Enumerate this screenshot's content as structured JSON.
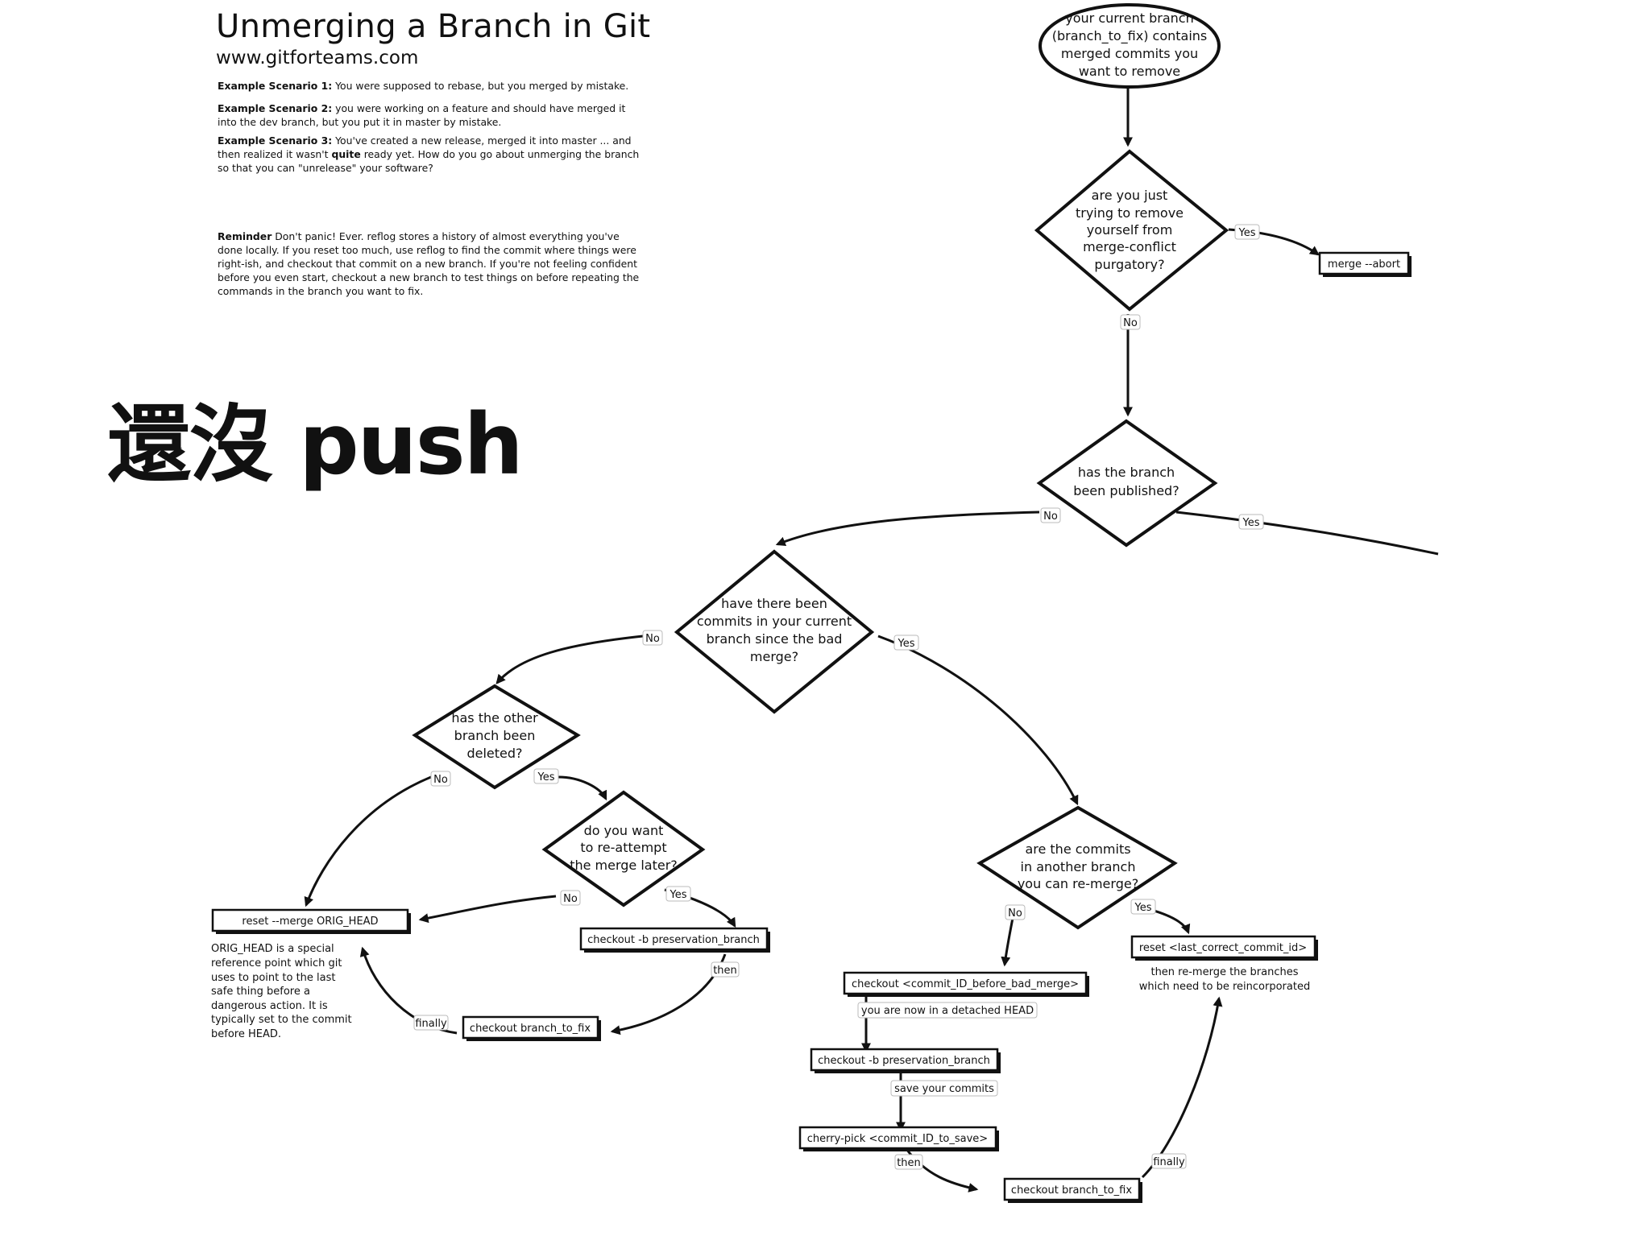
{
  "header": {
    "title": "Unmerging a Branch in Git",
    "site": "www.gitforteams.com",
    "scenario1_label": "Example Scenario 1:",
    "scenario1_text": "You were supposed to rebase, but you merged by mistake.",
    "scenario2_label": "Example Scenario 2:",
    "scenario2_text": "you were working on a feature and should have merged it into the dev branch, but you put it in master by mistake.",
    "scenario3_label": "Example Scenario 3:",
    "scenario3_text_a": "You've created a new release, merged it into master ... and then realized it wasn't",
    "scenario3_quite": "quite",
    "scenario3_text_b": "ready yet. How do you go about unmerging the branch so that you can \"unrelease\" your software?",
    "reminder_label": "Reminder",
    "reminder_text": "Don't panic! Ever. reflog stores a history of almost everything you've done locally. If you reset too much, use reflog to find the commit where things were right-ish, and checkout that commit on a new branch. If you're not feeling confident before you even start, checkout a new branch to test things on before repeating the commands in the branch you want to fix."
  },
  "overlay_text": "還沒 push",
  "flowchart": {
    "start": [
      "your current branch",
      "(branch_to_fix) contains",
      "merged commits you",
      "want to remove"
    ],
    "decisions": {
      "merge_conflict": [
        "are you just",
        "trying to remove",
        "yourself from",
        "merge-conflict",
        "purgatory?"
      ],
      "published": [
        "has the branch",
        "been published?"
      ],
      "commits_since": [
        "have there been",
        "commits in your current",
        "branch since the bad",
        "merge?"
      ],
      "other_deleted": [
        "has the other",
        "branch been",
        "deleted?"
      ],
      "reattempt": [
        "do you want",
        "to re-attempt",
        "the merge later?"
      ],
      "another_branch": [
        "are the commits",
        "in another branch",
        "you can re-merge?"
      ]
    },
    "commands": {
      "merge_abort": "merge --abort",
      "reset_merge": "reset --merge ORIG_HEAD",
      "checkout_preservation_1": "checkout -b preservation_branch",
      "checkout_fix_1": "checkout branch_to_fix",
      "checkout_commit": "checkout <commit_ID_before_bad_merge>",
      "checkout_preservation_2": "checkout -b preservation_branch",
      "cherry_pick": "cherry-pick <commit_ID_to_save>",
      "checkout_fix_2": "checkout branch_to_fix",
      "reset_last": "reset <last_correct_commit_id>"
    },
    "notes": {
      "orig_head": [
        "ORIG_HEAD is a special",
        "reference point which git",
        "uses to point to the last",
        "safe thing before a",
        "dangerous action. It is",
        "typically set to the commit",
        "before HEAD."
      ],
      "remerge": [
        "then re-merge the branches",
        "which need to be reincorporated"
      ]
    },
    "edge_labels": {
      "yes": "Yes",
      "no": "No",
      "then": "then",
      "finally": "finally",
      "detached": "you are now in a detached HEAD",
      "save": "save your commits"
    }
  }
}
